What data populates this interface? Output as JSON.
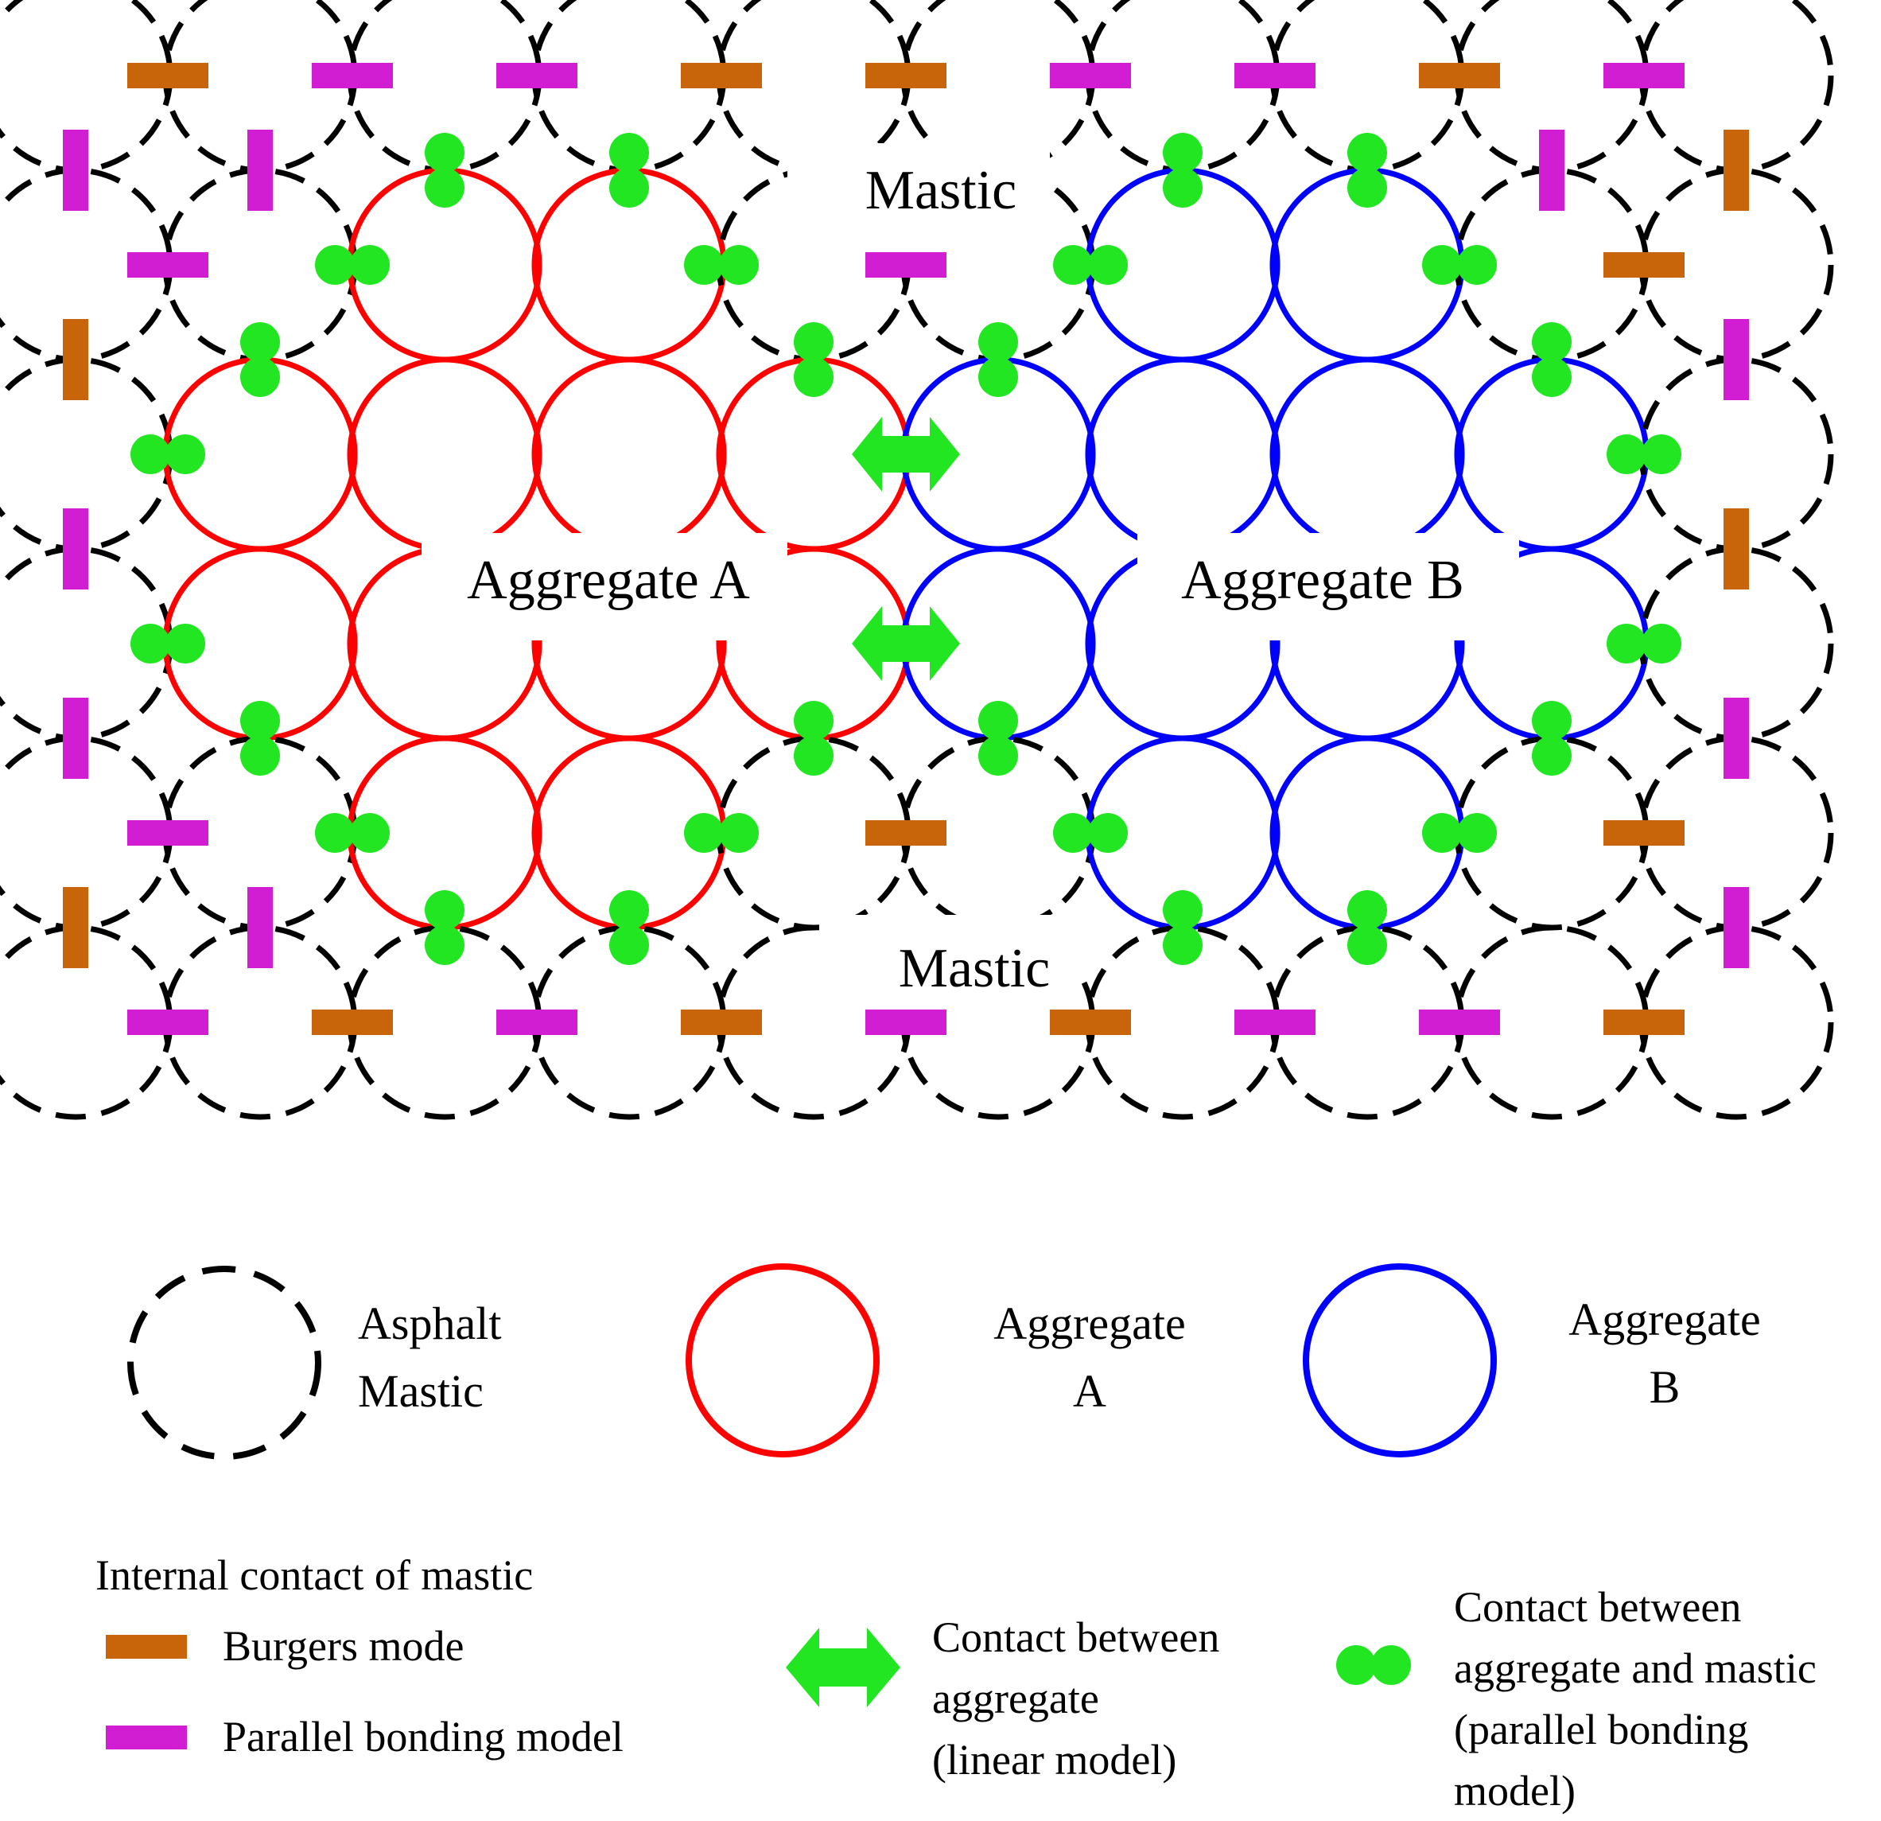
{
  "diagram": {
    "labels": {
      "mastic_top": "Mastic",
      "mastic_bottom": "Mastic",
      "aggregate_a": "Aggregate A",
      "aggregate_b": "Aggregate B"
    },
    "colors": {
      "mastic": "#000000",
      "aggregate_a": "#ff0000",
      "aggregate_b": "#0000ff",
      "burgers": "#c8640a",
      "parallel": "#d21ed2",
      "contact": "#22e622"
    }
  },
  "legend": {
    "particles": [
      {
        "line1": "Asphalt",
        "line2": "Mastic"
      },
      {
        "line1": "Aggregate",
        "line2": "A"
      },
      {
        "line1": "Aggregate",
        "line2": "B"
      }
    ],
    "internal_title": "Internal contact of mastic",
    "burgers_label": "Burgers mode",
    "parallel_label": "Parallel bonding model",
    "linear": {
      "line1": "Contact between",
      "line2": "aggregate",
      "line3": "(linear model)"
    },
    "agg_mastic": {
      "line1": "Contact between",
      "line2": "aggregate and mastic",
      "line3": "(parallel bonding",
      "line4": "model)"
    }
  }
}
